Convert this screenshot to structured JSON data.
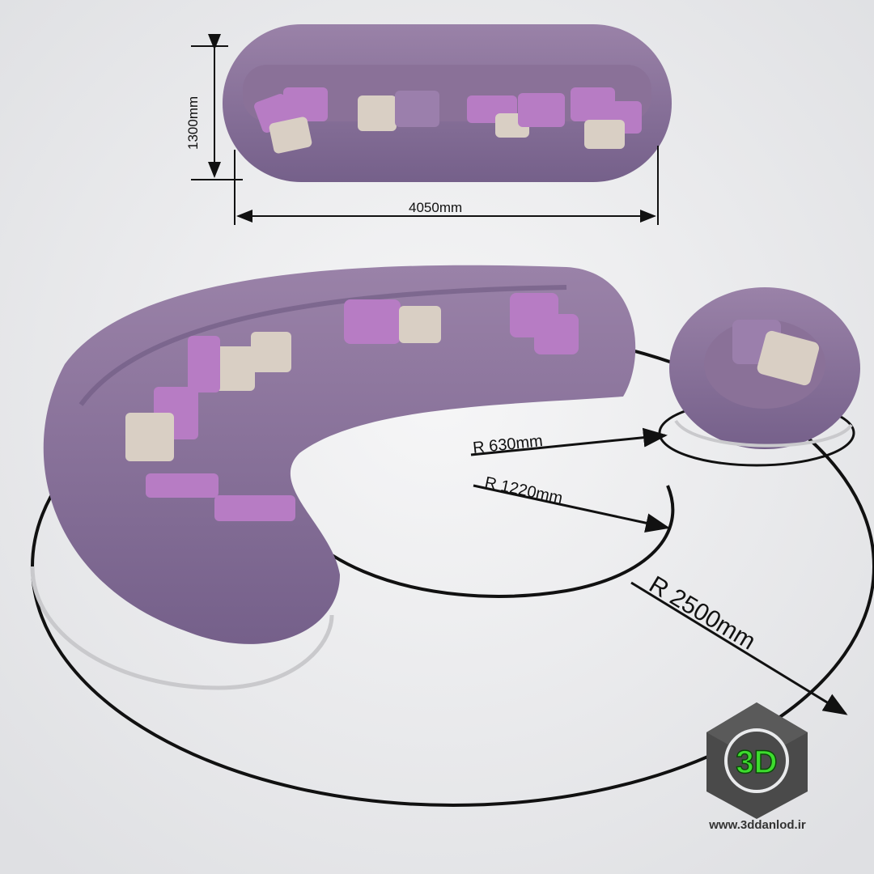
{
  "dimensions": {
    "depth": "1300mm",
    "width": "4050mm",
    "radius_chair": "R 630mm",
    "radius_inner": "R 1220mm",
    "radius_outer": "R 2500mm"
  },
  "watermark": {
    "logo_text": "3D",
    "url": "www.3ddanlod.ir"
  },
  "colors": {
    "fabric": "#8b7299",
    "pillow_pink": "#b77cc4",
    "pillow_cream": "#d9cfc4",
    "logo_green": "#3ddc2e",
    "logo_grey": "#4a4a4a"
  }
}
